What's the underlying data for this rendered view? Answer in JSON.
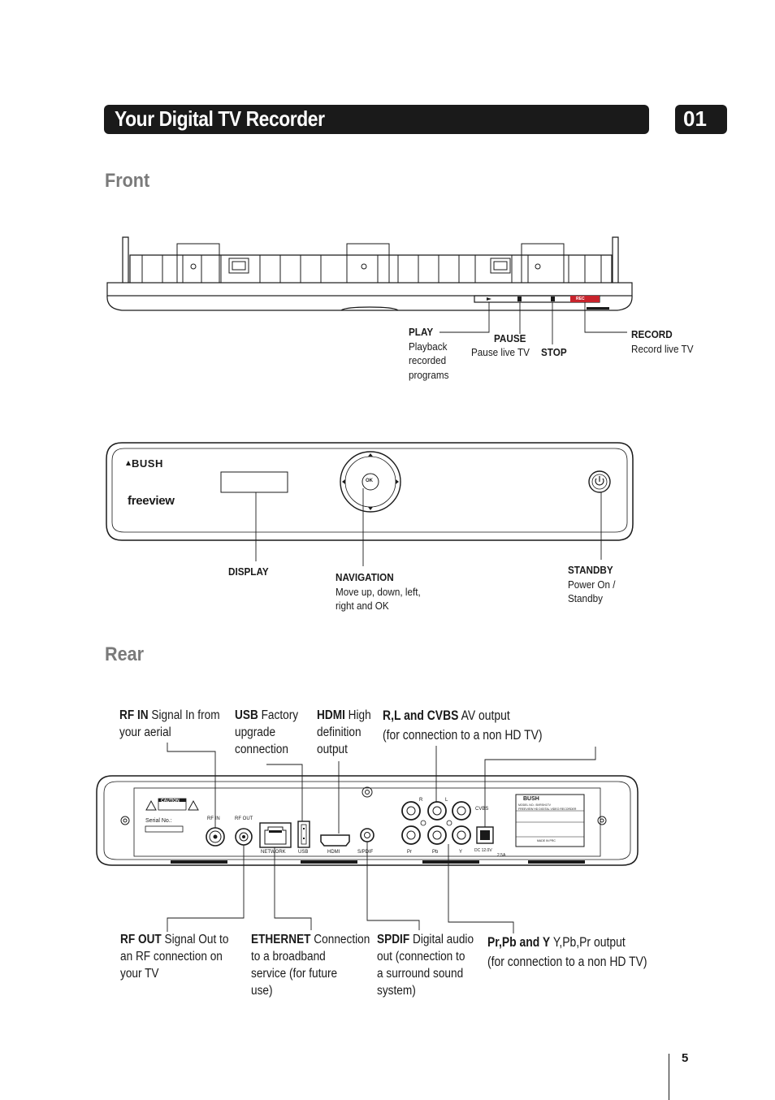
{
  "header": {
    "title": "Your Digital TV Recorder",
    "chapter": "01"
  },
  "sections": {
    "front": "Front",
    "rear": "Rear"
  },
  "front_top": {
    "play": {
      "name": "PLAY",
      "desc": [
        "Playback",
        "recorded",
        "programs"
      ]
    },
    "pause": {
      "name": "PAUSE",
      "desc": "Pause live TV"
    },
    "stop": {
      "name": "STOP"
    },
    "record": {
      "name": "RECORD",
      "desc": "Record live TV"
    },
    "rec_button_text": "REC"
  },
  "front_panel": {
    "brand": "BUSH",
    "freeview": "freeview",
    "ok": "OK",
    "display": {
      "name": "DISPLAY"
    },
    "navigation": {
      "name": "NAVIGATION",
      "desc": [
        "Move up, down, left,",
        "right and OK"
      ]
    },
    "standby": {
      "name": "STANDBY",
      "desc": [
        "Power On /",
        "Standby"
      ]
    }
  },
  "rear": {
    "rf_in": {
      "name": "RF IN",
      "desc": [
        " Signal In from",
        "your aerial"
      ]
    },
    "usb": {
      "name": "USB",
      "desc": [
        " Factory",
        "upgrade",
        "connection"
      ]
    },
    "hdmi": {
      "name": "HDMI",
      "desc": [
        " High",
        "definition",
        "output"
      ]
    },
    "rl_cvbs": {
      "name": "R,L and CVBS",
      "desc": [
        " AV output",
        "(for connection to a non HD TV)"
      ]
    },
    "rf_out": {
      "name": "RF OUT",
      "desc": [
        " Signal Out to",
        "an RF connection on",
        "your TV"
      ]
    },
    "ethernet": {
      "name": "ETHERNET",
      "desc": [
        " Connection",
        "to a broadband",
        "service (for future",
        "use)"
      ]
    },
    "spdif": {
      "name": "SPDIF",
      "desc": [
        " Digital audio",
        "out (connection to",
        "a surround sound",
        "system)"
      ]
    },
    "prpby": {
      "name": "Pr,Pb and Y",
      "desc": [
        " Y,Pb,Pr output",
        "(for connection to a non HD TV)"
      ]
    },
    "panel": {
      "caution": "CAUTION",
      "serial": "Serial No.:",
      "rf_in": "RF IN",
      "rf_out": "RF OUT",
      "network": "NETWORK",
      "usb": "USB",
      "hdmi": "HDMI",
      "spdif": "S/PDIF",
      "r": "R",
      "l": "L",
      "cvbs": "CVBS",
      "pr": "Pr",
      "pb": "Pb",
      "y": "Y",
      "dc": "DC 12.0V",
      "amp": "2.5A",
      "label_brand": "BUSH",
      "label_model": "MODEL NO.: BVRSH1TV",
      "label_desc": "FREEVIEW HD DIGITAL VIDEO RECORDER",
      "label_made": "MADE IN PRC"
    }
  },
  "page": "5"
}
